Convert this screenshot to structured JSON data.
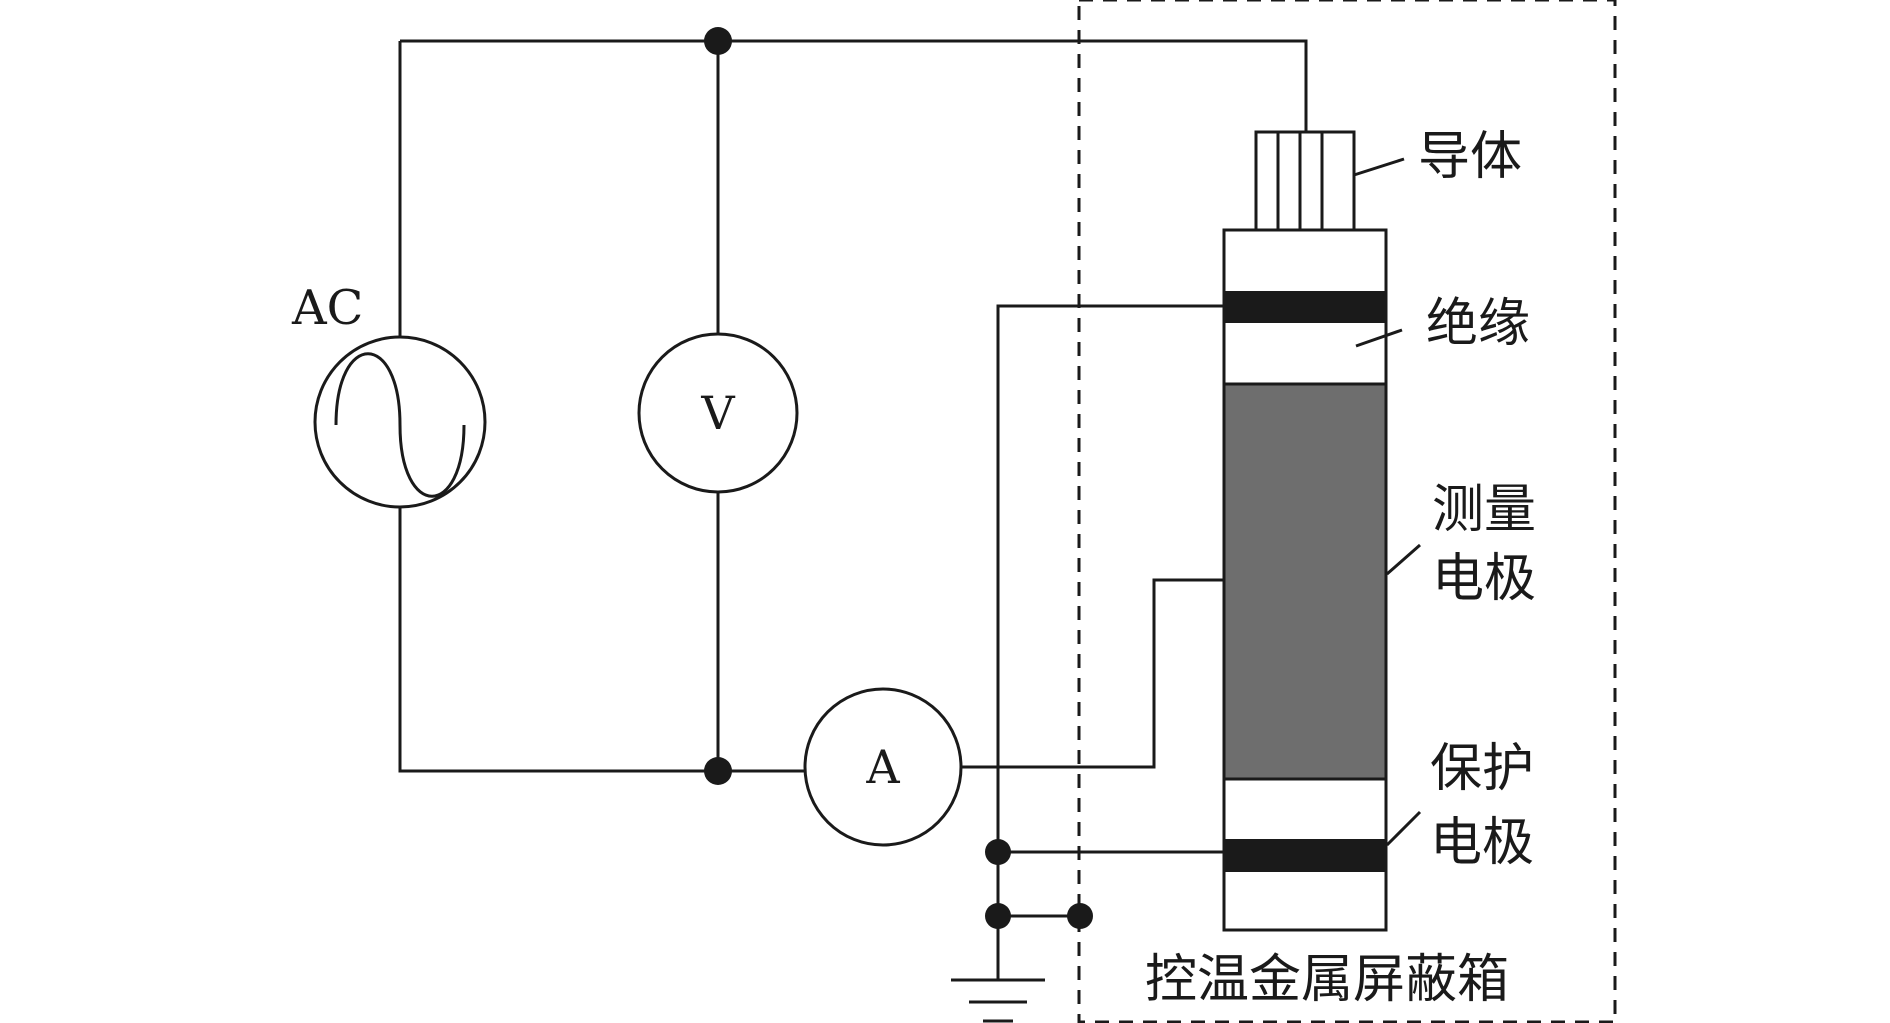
{
  "labels": {
    "ac": "AC",
    "voltmeter": "V",
    "ammeter": "A",
    "conductor": "导体",
    "insulation": "绝缘",
    "measure_line1": "测量",
    "measure_line2": "电极",
    "guard_line1": "保护",
    "guard_line2": "电极",
    "chamber": "控温金属屏蔽箱"
  },
  "colors": {
    "line": "#1a1a1a",
    "measuring_electrode": "#6e6e6e",
    "electrode_band": "#1a1a1a",
    "background": "#ffffff"
  },
  "icons": {
    "ac_source": "sine-wave-icon",
    "ground": "ground-icon"
  }
}
